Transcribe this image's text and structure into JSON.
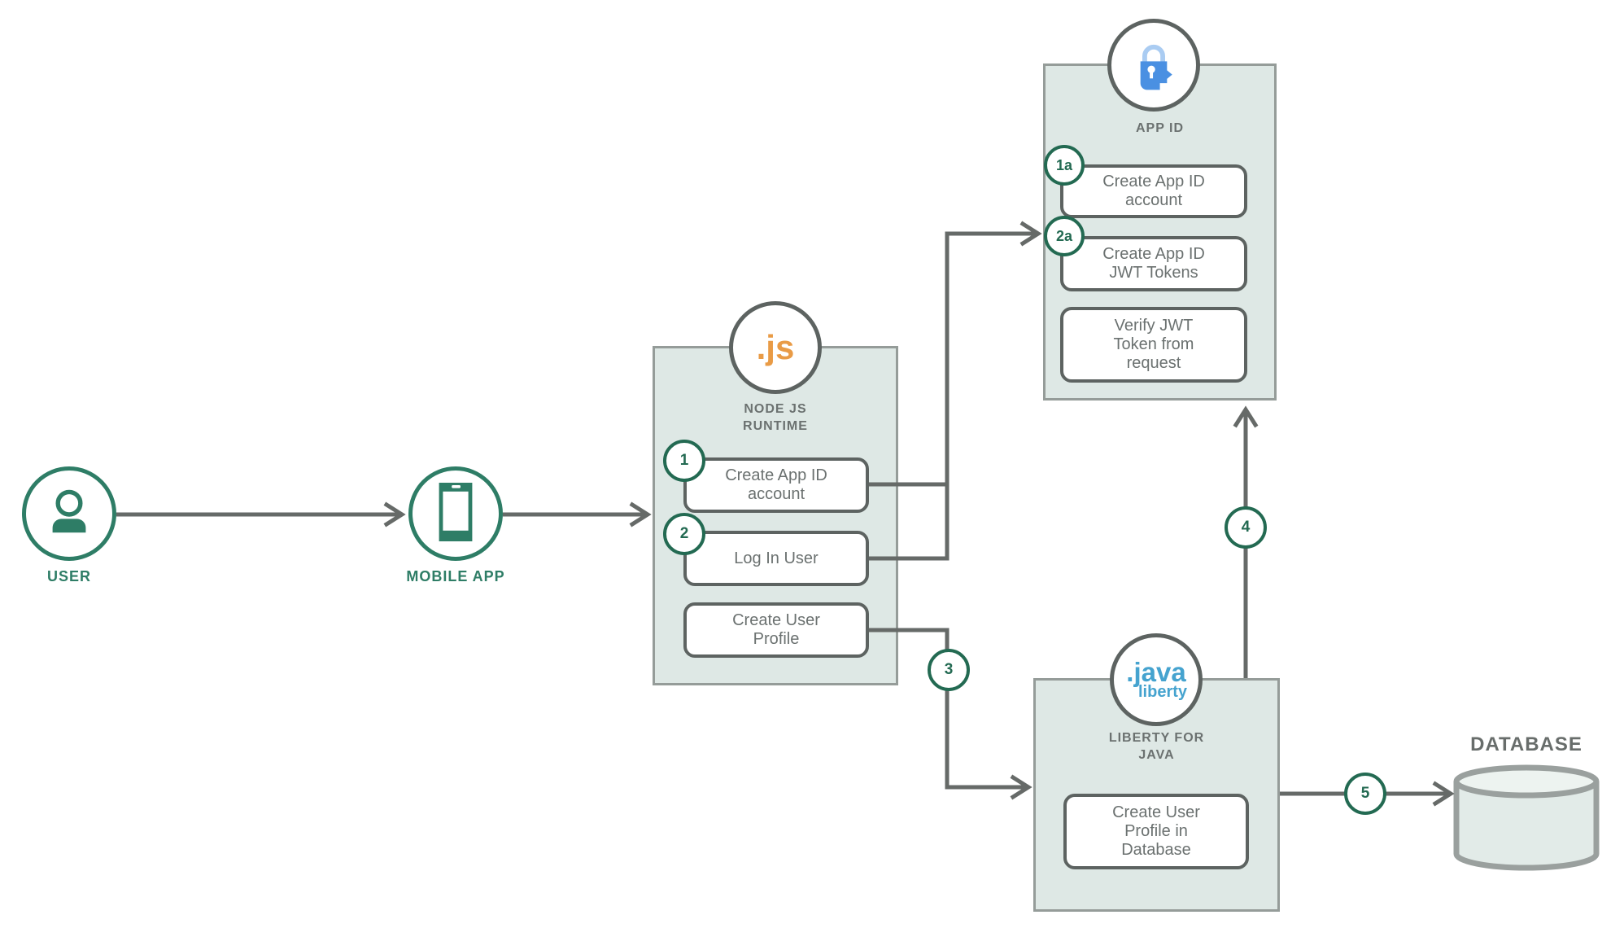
{
  "palette": {
    "green_icon": "#2e7d66",
    "green_badge": "#236a52",
    "orange_js": "#e99b46",
    "blue_lock": "#4a90e2",
    "blue_lock_shackle": "#aaccf2",
    "blue_java": "#45a3cf",
    "container_fill": "#dee8e5",
    "container_border": "#959c99",
    "line_gray": "#666a68",
    "dark_border": "#5d6361",
    "text_gray": "#6b7170"
  },
  "diagram": {
    "user": {
      "label": "USER"
    },
    "mobile": {
      "label": "MOBILE APP"
    },
    "node_runtime": {
      "logo_text": ".js",
      "label": "NODE JS\nRUNTIME",
      "boxes": {
        "create_account": "Create App ID\naccount",
        "login": "Log In User",
        "create_profile": "Create User\nProfile"
      }
    },
    "app_id": {
      "label": "APP ID",
      "boxes": {
        "create_account": "Create App ID\naccount",
        "create_tokens": "Create App ID\nJWT Tokens",
        "verify_token": "Verify JWT\nToken from\nrequest"
      }
    },
    "liberty": {
      "logo_top": ".java",
      "logo_bottom": "liberty",
      "label": "LIBERTY FOR\nJAVA",
      "boxes": {
        "create_profile_db": "Create User\nProfile in\nDatabase"
      }
    },
    "database": {
      "label": "DATABASE"
    },
    "badges": {
      "step1": "1",
      "step2": "2",
      "step3": "3",
      "step4": "4",
      "step5": "5",
      "step1a": "1a",
      "step2a": "2a"
    }
  }
}
